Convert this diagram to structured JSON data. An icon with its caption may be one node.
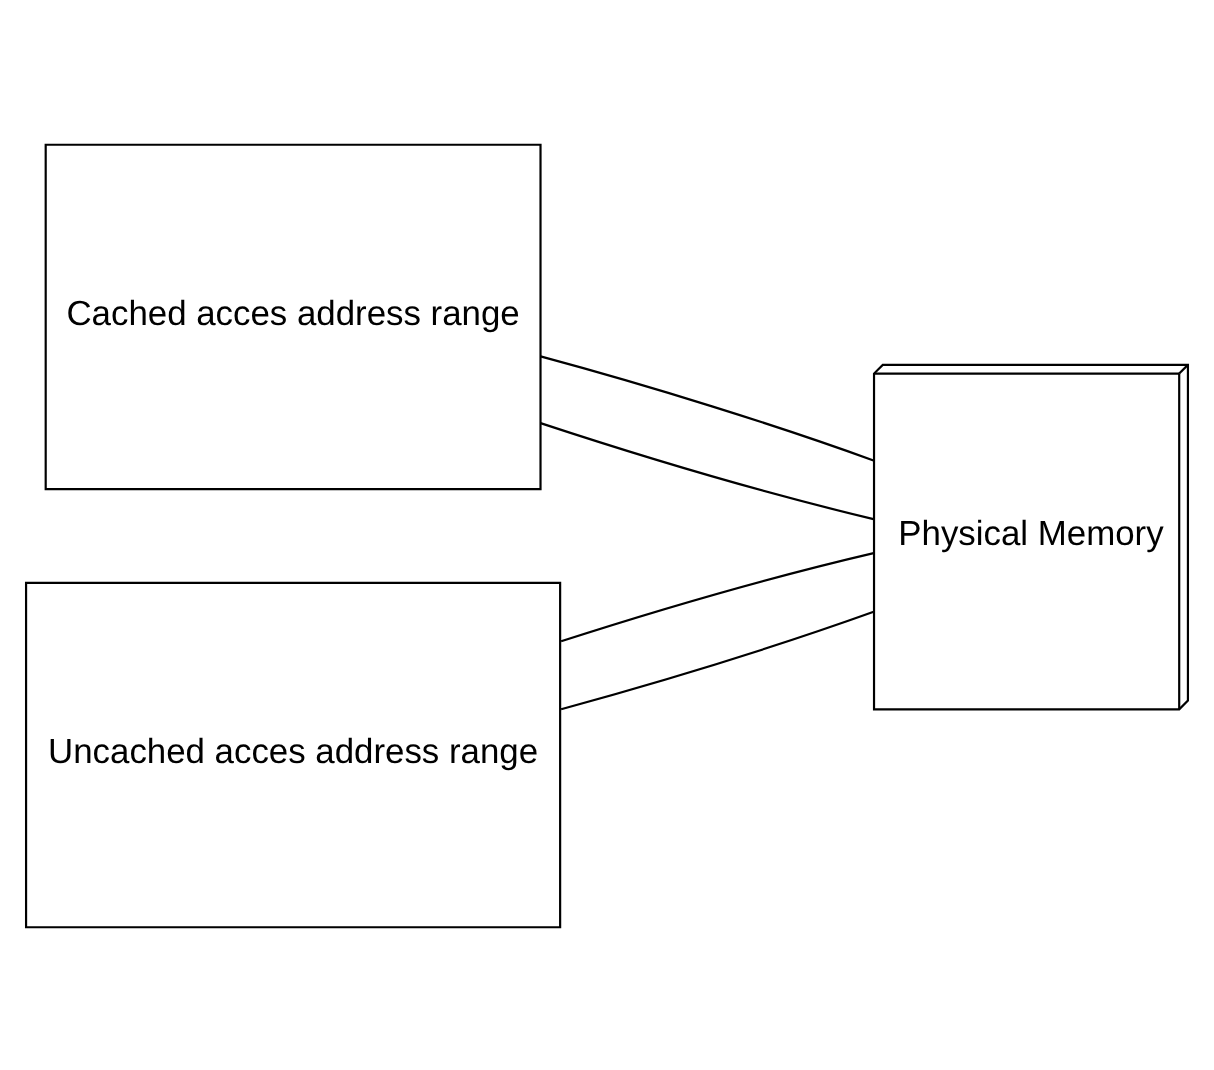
{
  "diagram": {
    "nodes": [
      {
        "text": [
          "Cached acces address range"
        ]
      },
      {
        "text": [
          "Uncached acces address range"
        ]
      },
      {
        "text": [
          "Physical Memory"
        ]
      }
    ],
    "edges": [
      {
        "from": 0,
        "to": 2,
        "arrow": "none"
      },
      {
        "from": 0,
        "to": 2,
        "arrow": "none"
      },
      {
        "from": 1,
        "to": 2,
        "arrow": "none"
      },
      {
        "from": 1,
        "to": 2,
        "arrow": "none"
      }
    ]
  }
}
